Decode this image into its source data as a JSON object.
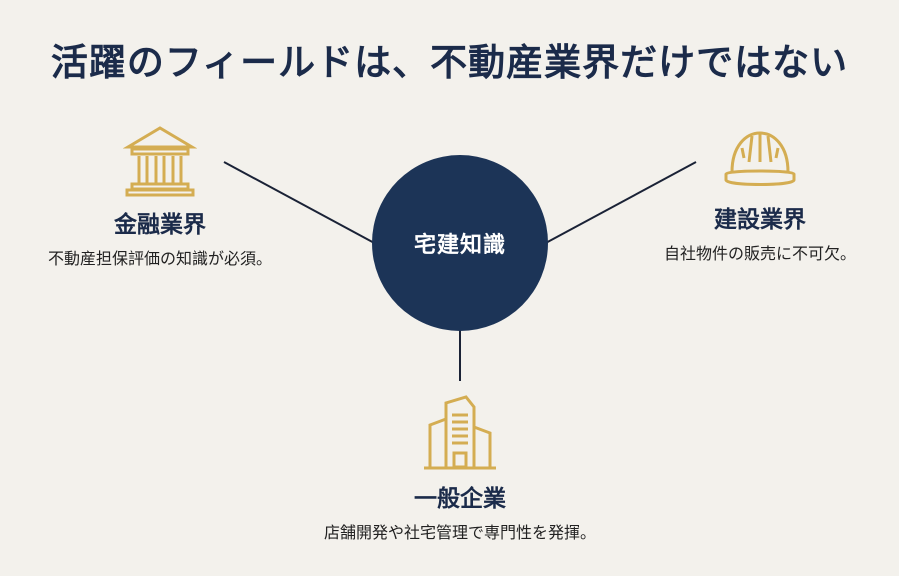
{
  "title": "活躍のフィールドは、不動産業界だけではない",
  "colors": {
    "background": "#f3f1ec",
    "navy": "#1c3457",
    "gold": "#d4ad52",
    "line": "#1a2236"
  },
  "hub": {
    "label": "宅建知識"
  },
  "nodes": {
    "finance": {
      "icon": "bank-icon",
      "heading": "金融業界",
      "description": "不動産担保評価の知識が必須。"
    },
    "construction": {
      "icon": "hard-hat-icon",
      "heading": "建設業界",
      "description": "自社物件の販売に不可欠。"
    },
    "general": {
      "icon": "office-building-icon",
      "heading": "一般企業",
      "description": "店舗開発や社宅管理で専門性を発揮。"
    }
  }
}
